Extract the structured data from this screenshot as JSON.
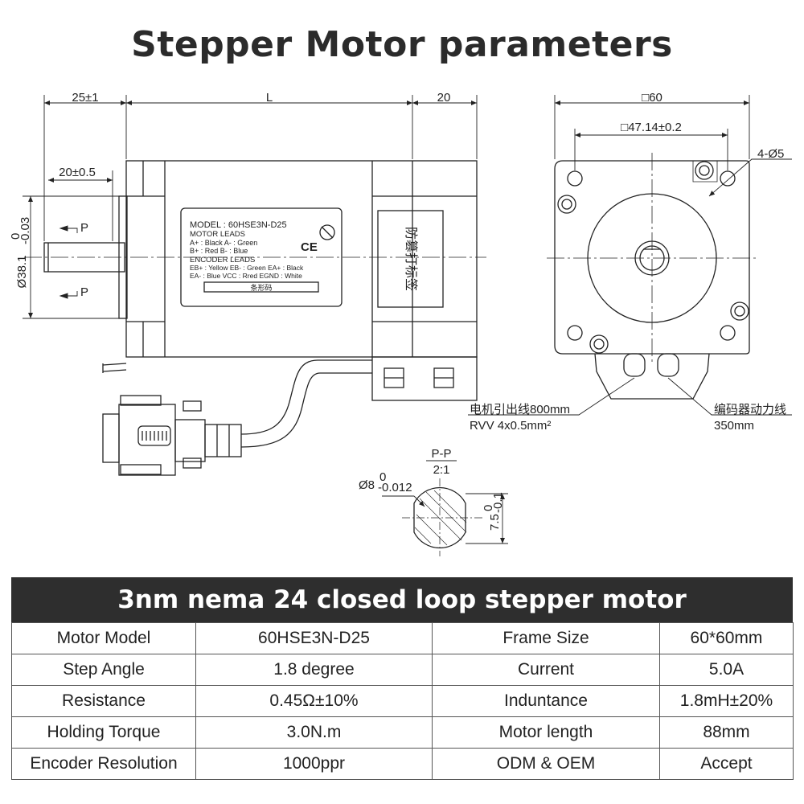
{
  "title": "Stepper Motor parameters",
  "dimensions": {
    "shaft_length": "25±1",
    "body_length": "L",
    "rear_length": "20",
    "flat_length": "20±0.5",
    "pilot_diameter": "Ø38.1",
    "pilot_tol_upper": "0",
    "pilot_tol_lower": "-0.03",
    "frame": "□60",
    "hole_spacing": "□47.14±0.2",
    "holes": "4-Ø5",
    "section_p_upper": "P",
    "section_p_lower": "P",
    "section_title": "P-P",
    "section_scale": "2:1",
    "shaft_diameter": "Ø8",
    "shaft_tol_upper": "0",
    "shaft_tol_lower": "-0.012",
    "flat_height": "7.5",
    "flat_tol_upper": "0",
    "flat_tol_lower": "-0.1"
  },
  "label_plate": {
    "model": "MODEL : 60HSE3N-D25",
    "motor_leads": "MOTOR  LEADS",
    "leads_1": "A+ :  Black      A- :  Green",
    "leads_2": "B+ :  Red         B- :  Blue",
    "encoder_leads": "ENCODER  LEADS",
    "enc_1": "EB+ : Yellow    EB- : Green   EA+ : Black",
    "enc_2": "EA- :  Blue      VCC : Rred  EGND : White",
    "barcode": "条形码",
    "ce": "CE"
  },
  "side_label": "防篡打标签",
  "callouts": {
    "motor_lead": "电机引出线800mm",
    "motor_cable": "RVV 4x0.5mm²",
    "encoder_lead": "编码器动力线",
    "encoder_length": "350mm"
  },
  "spec": {
    "heading": "3nm nema 24 closed loop stepper motor",
    "rows": [
      [
        "Motor Model",
        "60HSE3N-D25",
        "Frame Size",
        "60*60mm"
      ],
      [
        "Step Angle",
        "1.8 degree",
        "Current",
        "5.0A"
      ],
      [
        "Resistance",
        "0.45Ω±10%",
        "Induntance",
        "1.8mH±20%"
      ],
      [
        "Holding Torque",
        "3.0N.m",
        "Motor length",
        "88mm"
      ],
      [
        "Encoder Resolution",
        "1000ppr",
        "ODM & OEM",
        "Accept"
      ]
    ]
  }
}
